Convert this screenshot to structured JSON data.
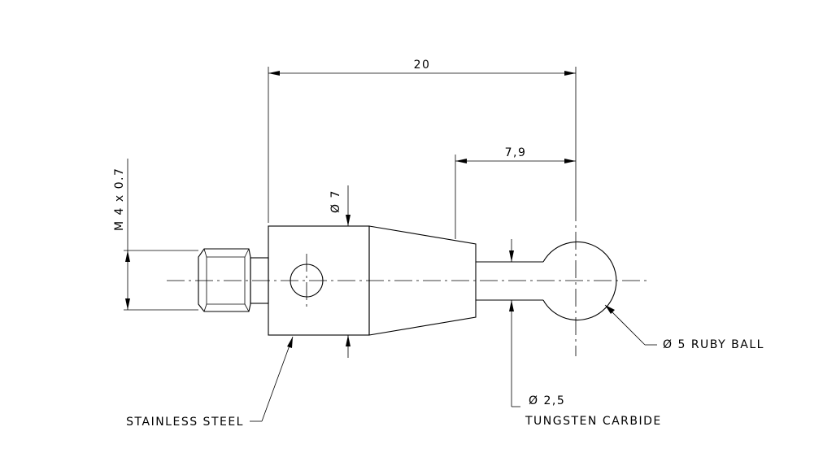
{
  "dimensions": {
    "overall_length": "20",
    "ball_offset": "7,9",
    "body_diameter": "Ø 7",
    "thread": "M 4 x 0.7"
  },
  "callouts": {
    "ball": "Ø 5 RUBY BALL",
    "body_material": "STAINLESS STEEL",
    "stem_diameter": "Ø 2,5",
    "stem_material": "TUNGSTEN CARBIDE"
  }
}
